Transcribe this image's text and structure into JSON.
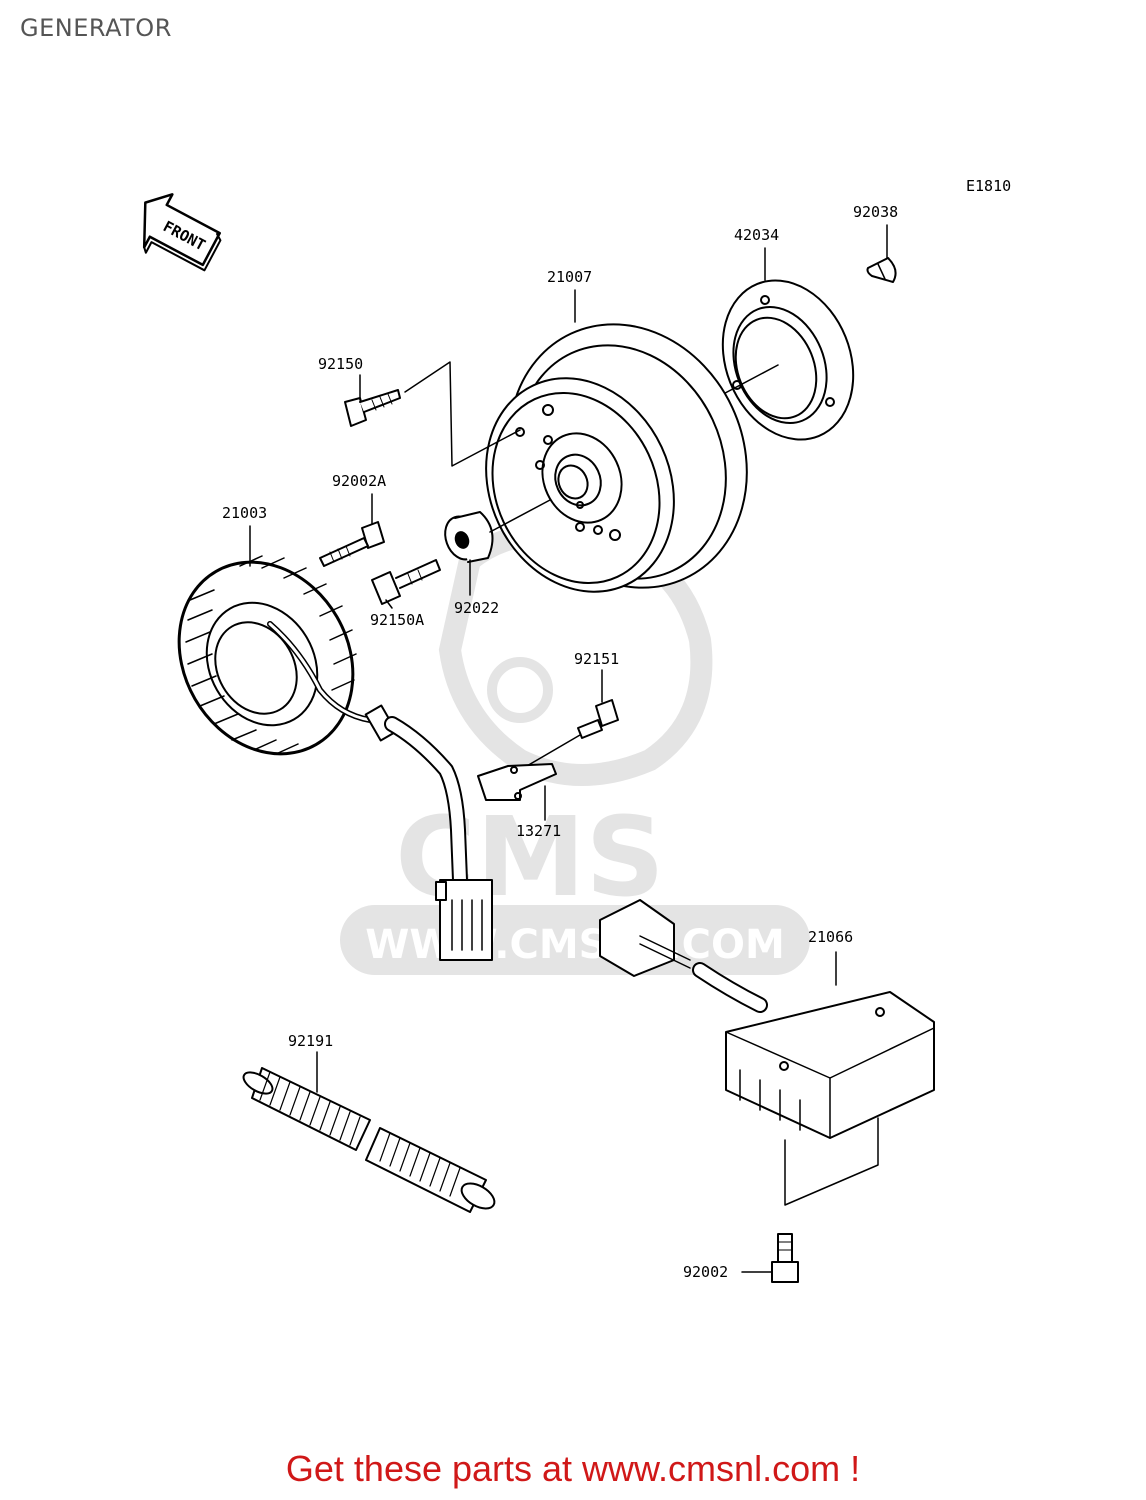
{
  "title": "GENERATOR",
  "diagram_code": "E1810",
  "front_arrow_label": "FRONT",
  "watermark": {
    "brand": "CMS",
    "url": "WWW.CMSNL.COM"
  },
  "parts": {
    "p92038": "92038",
    "p42034": "42034",
    "p21007": "21007",
    "p92150": "92150",
    "p92002A": "92002A",
    "p21003": "21003",
    "p92022": "92022",
    "p92150A": "92150A",
    "p92151": "92151",
    "p13271": "13271",
    "p21066": "21066",
    "p92191": "92191",
    "p92002": "92002"
  },
  "footer_text": "Get these parts at www.cmsnl.com !",
  "colors": {
    "footer": "#d01818",
    "title": "#555555",
    "watermark": "#e4e4e4"
  }
}
